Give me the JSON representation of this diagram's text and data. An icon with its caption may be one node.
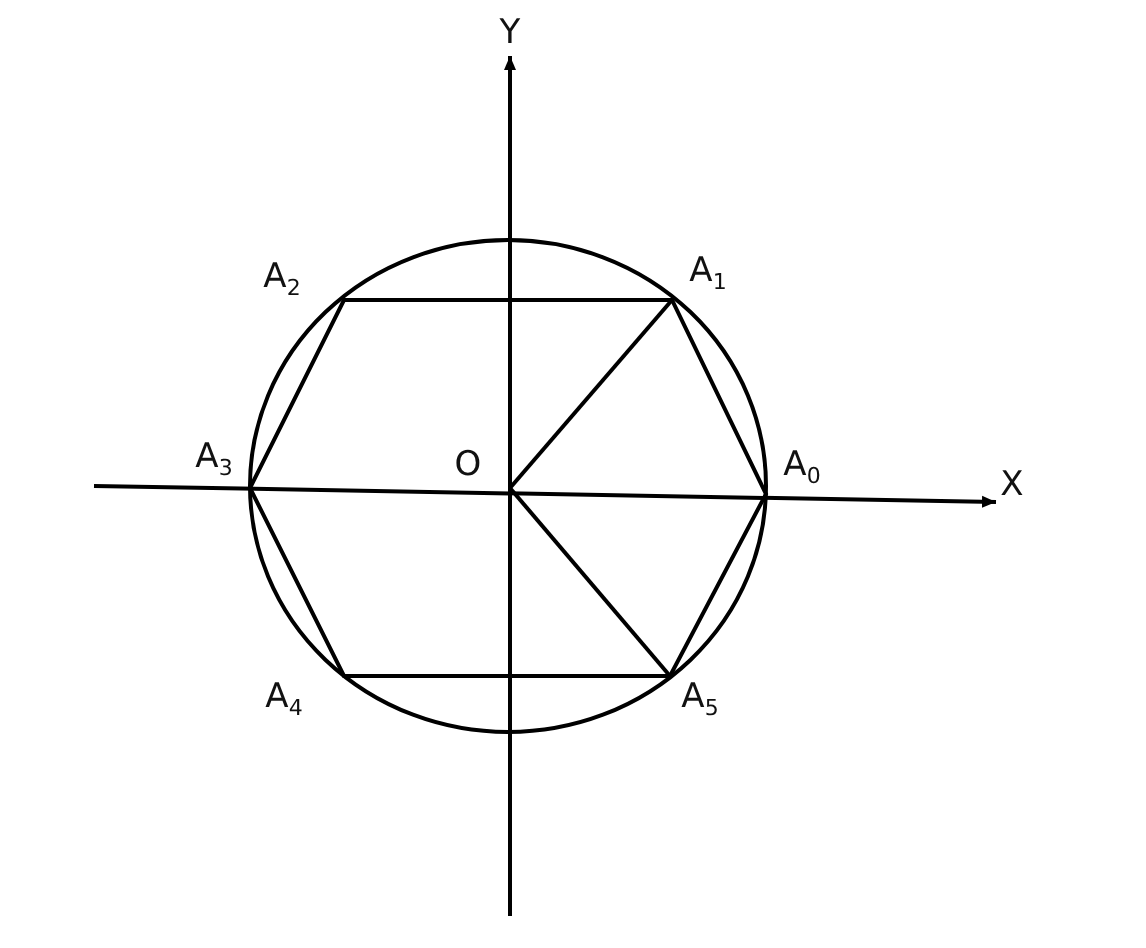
{
  "diagram": {
    "labels": [
      "Y",
      "A$_{2}$",
      "A$_{1}$",
      "A$_{3}$",
      "O",
      "A$_{0}$",
      "X",
      "A$_{4}$",
      "A$_{5}$"
    ]
  }
}
